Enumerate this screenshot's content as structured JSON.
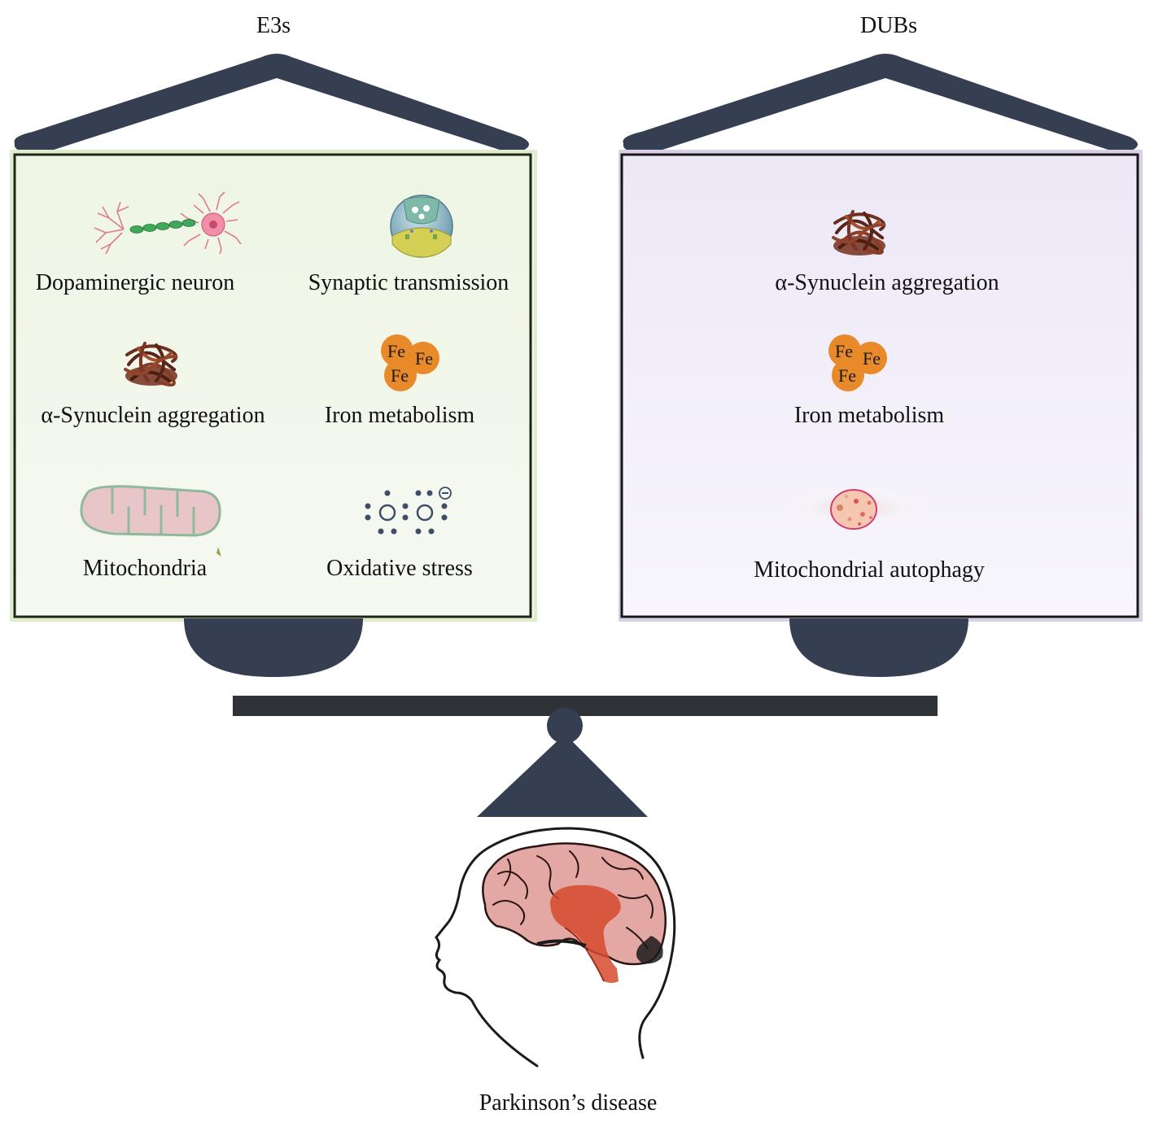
{
  "left_pan": {
    "title": "E3s",
    "items": [
      {
        "label": "Dopaminergic neuron",
        "icon": "neuron-icon"
      },
      {
        "label": "Synaptic transmission",
        "icon": "synapse-icon"
      },
      {
        "label": "α-Synuclein aggregation",
        "icon": "synuclein-aggregate-icon"
      },
      {
        "label": "Iron metabolism",
        "icon": "iron-icon"
      },
      {
        "label": "Mitochondria",
        "icon": "mitochondrion-icon"
      },
      {
        "label": "Oxidative stress",
        "icon": "oxidative-stress-icon"
      }
    ]
  },
  "right_pan": {
    "title": "DUBs",
    "items": [
      {
        "label": "α-Synuclein aggregation",
        "icon": "synuclein-aggregate-icon"
      },
      {
        "label": "Iron metabolism",
        "icon": "iron-icon"
      },
      {
        "label": "Mitochondrial autophagy",
        "icon": "mitophagy-icon"
      }
    ]
  },
  "iron_symbol": "Fe",
  "footer": {
    "label": "Parkinson’s disease",
    "icon": "brain-icon"
  },
  "colors": {
    "scale": "#363f52",
    "left_panel_bg": "#f3f8ea",
    "right_panel_bg": "#f1eef8",
    "iron": "#e8892a",
    "synuclein": "#6b2e1f",
    "mitochondrion": "#e8c6c8",
    "brain": "#e4a8a4",
    "brain_highlight": "#d64a2e"
  }
}
